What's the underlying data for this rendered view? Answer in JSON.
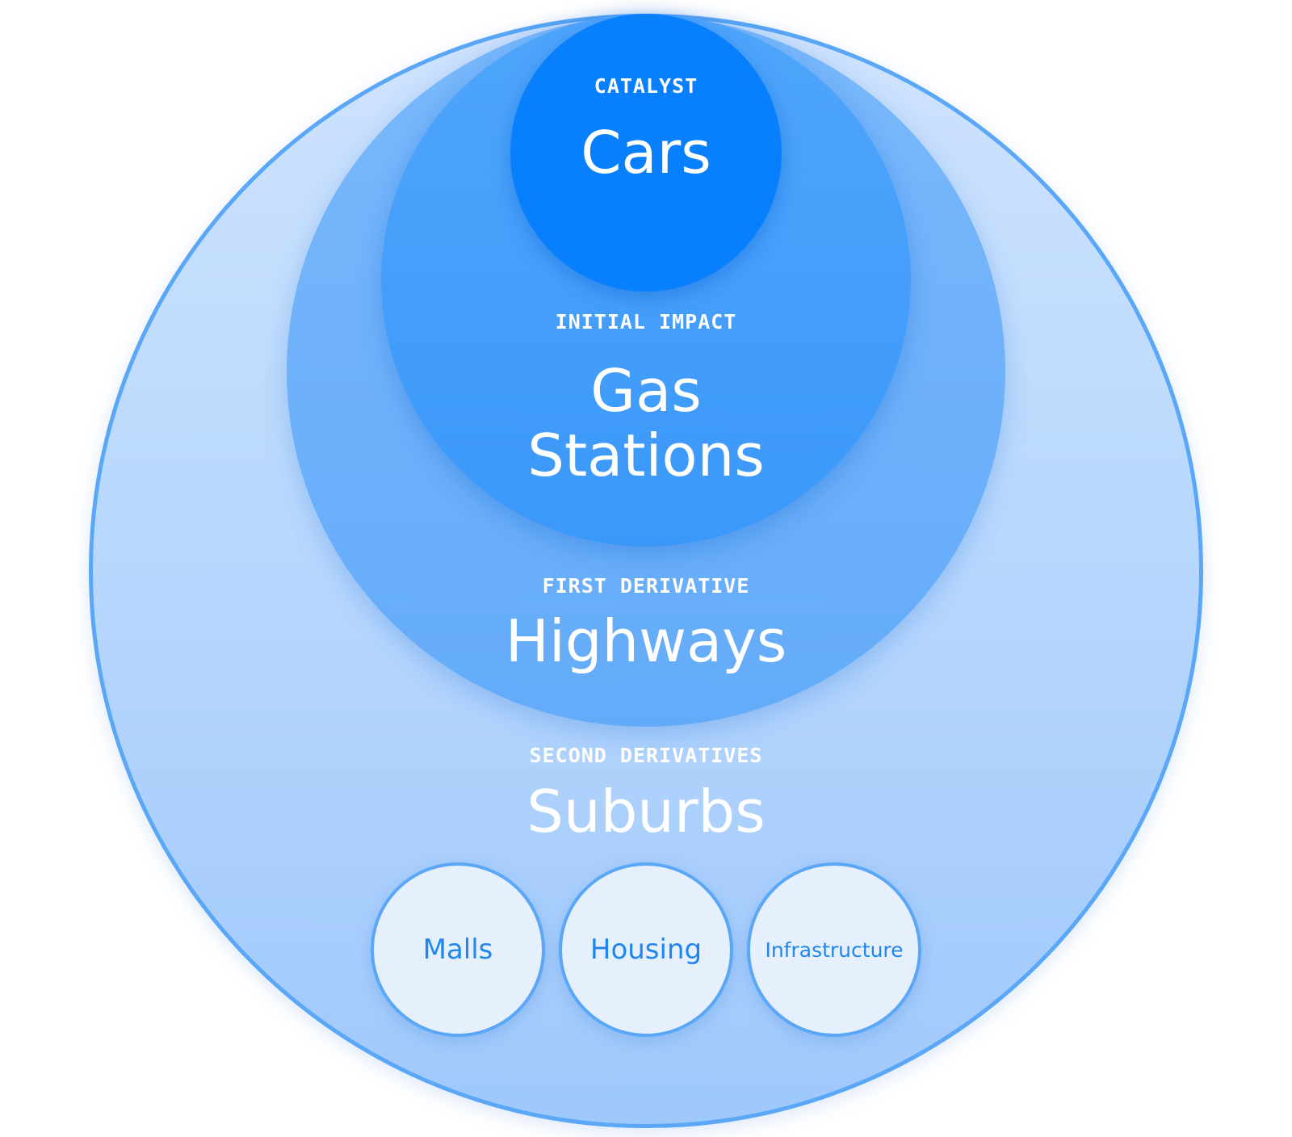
{
  "diagram": {
    "levels": [
      {
        "tag": "CATALYST",
        "name": "Cars"
      },
      {
        "tag": "INITIAL IMPACT",
        "name_line1": "Gas",
        "name_line2": "Stations"
      },
      {
        "tag": "FIRST DERIVATIVE",
        "name": "Highways"
      },
      {
        "tag": "SECOND DERIVATIVES",
        "name": "Suburbs"
      }
    ],
    "sub_items": [
      "Malls",
      "Housing",
      "Infrastructure"
    ]
  },
  "colors": {
    "catalyst": "#0880fd",
    "initial_impact": "#3b98f9",
    "first_derivative": "#63abf9",
    "second_derivatives": "#b9d8fd",
    "sub_item_fill": "#e6f0fd",
    "sub_item_text": "#1f86ef",
    "border": "#5aa7f7"
  }
}
